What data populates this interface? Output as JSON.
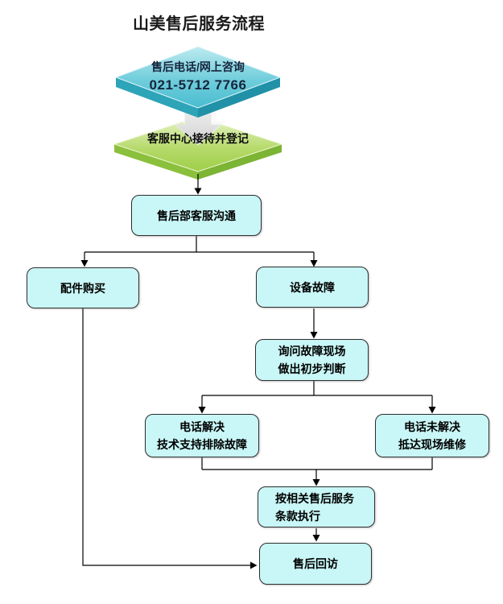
{
  "title": "山美售后服务流程",
  "contact_diamond": {
    "line1": "售后电话/网上咨询",
    "line2": "021-5712 7766"
  },
  "reception_diamond": {
    "label": "客服中心接待并登记"
  },
  "nodes": {
    "service_comm": {
      "label": "售后部客服沟通"
    },
    "parts_purchase": {
      "label": "配件购买"
    },
    "equipment_fault": {
      "label": "设备故障"
    },
    "site_inquiry": {
      "line1": "询问故障现场",
      "line2": "做出初步判断"
    },
    "phone_resolved": {
      "line1": "电话解决",
      "line2": "技术支持排除故障"
    },
    "phone_unresolved": {
      "line1": "电话未解决",
      "line2": "抵达现场维修"
    },
    "service_terms": {
      "line1": "按相关售后服务",
      "line2": "条款执行"
    },
    "followup": {
      "label": "售后回访"
    }
  },
  "colors": {
    "node_fill": "#c9f6f6",
    "node_border": "#2e2e2e",
    "teal_diamond": "#4dbfd1",
    "green_diamond": "#a2d04d",
    "arrow_gray": "#d9d9d9",
    "connector": "#000000",
    "background": "#ffffff"
  }
}
